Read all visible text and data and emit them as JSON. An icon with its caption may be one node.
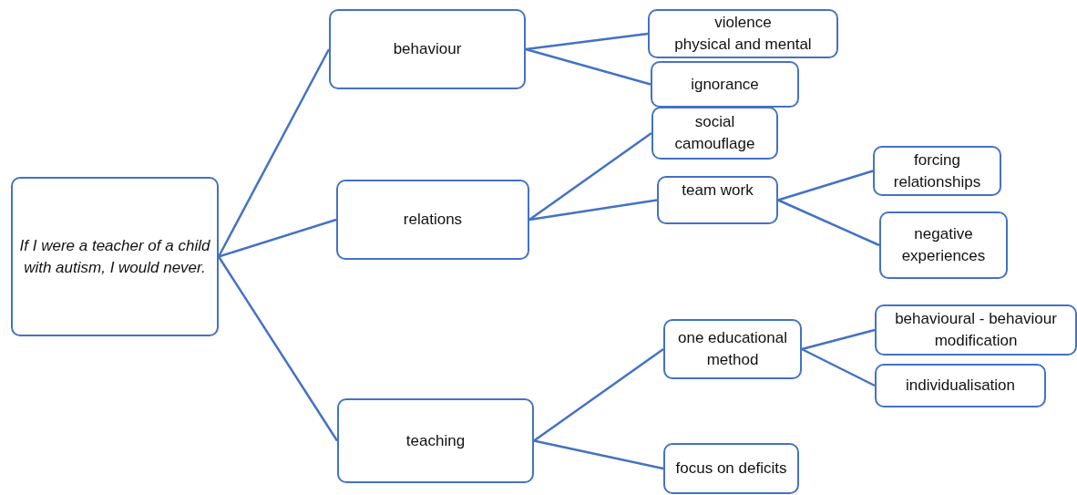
{
  "diagram": {
    "nodes": [
      {
        "text": [
          "If I were a teacher of a child with autism, I would never."
        ]
      },
      {
        "text": [
          "behaviour"
        ]
      },
      {
        "text": [
          "relations"
        ]
      },
      {
        "text": [
          "teaching"
        ]
      },
      {
        "text": [
          "violence",
          "physical and mental"
        ]
      },
      {
        "text": [
          "ignorance"
        ]
      },
      {
        "text": [
          "social camouflage"
        ]
      },
      {
        "text": [
          "team work"
        ]
      },
      {
        "text": [
          "forcing relationships"
        ]
      },
      {
        "text": [
          "negative experiences"
        ]
      },
      {
        "text": [
          "one educational method"
        ]
      },
      {
        "text": [
          "behavioural - behaviour modification"
        ]
      },
      {
        "text": [
          "individualisation"
        ]
      },
      {
        "text": [
          "focus on deficits"
        ]
      }
    ],
    "edges": [
      {
        "from": 0,
        "to": 1,
        "arrow": "none"
      },
      {
        "from": 0,
        "to": 2,
        "arrow": "none"
      },
      {
        "from": 0,
        "to": 3,
        "arrow": "none"
      },
      {
        "from": 1,
        "to": 4,
        "arrow": "none"
      },
      {
        "from": 1,
        "to": 5,
        "arrow": "none"
      },
      {
        "from": 2,
        "to": 6,
        "arrow": "none"
      },
      {
        "from": 2,
        "to": 7,
        "arrow": "none"
      },
      {
        "from": 7,
        "to": 8,
        "arrow": "none"
      },
      {
        "from": 7,
        "to": 9,
        "arrow": "none"
      },
      {
        "from": 3,
        "to": 10,
        "arrow": "none"
      },
      {
        "from": 3,
        "to": 13,
        "arrow": "none"
      },
      {
        "from": 10,
        "to": 11,
        "arrow": "none"
      },
      {
        "from": 10,
        "to": 12,
        "arrow": "none"
      }
    ]
  }
}
